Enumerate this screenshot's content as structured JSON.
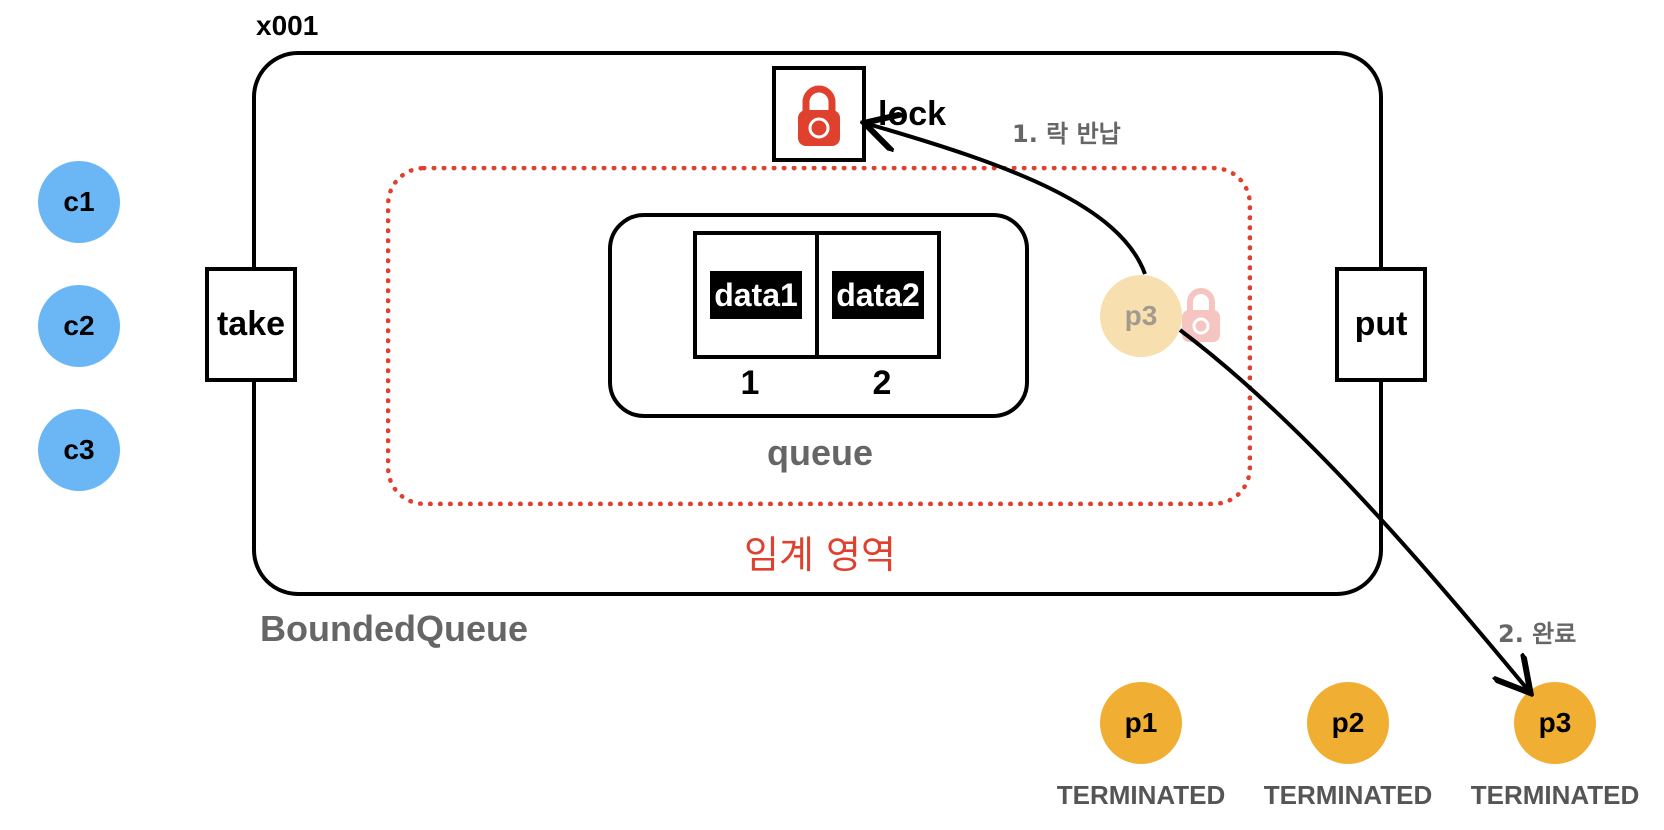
{
  "instance_id": "x001",
  "class_name": "BoundedQueue",
  "critical_section_label": "임계 영역",
  "methods": {
    "take": "take",
    "put": "put"
  },
  "lock": {
    "label": "lock",
    "color": "#e0412f"
  },
  "queue": {
    "label": "queue",
    "slots": [
      {
        "value": "data1",
        "index": "1"
      },
      {
        "value": "data2",
        "index": "2"
      }
    ]
  },
  "consumers": [
    "c1",
    "c2",
    "c3"
  ],
  "producer_in_progress": {
    "label": "p3"
  },
  "producers": [
    {
      "label": "p1",
      "status": "TERMINATED"
    },
    {
      "label": "p2",
      "status": "TERMINATED"
    },
    {
      "label": "p3",
      "status": "TERMINATED"
    }
  ],
  "steps": {
    "step1": "1. 락 반납",
    "step2": "2. 완료"
  },
  "colors": {
    "consumer": "#6bb7f5",
    "producer": "#f0ae33",
    "producer_faded": "#f8dfaf",
    "critical_section": "#e0412f"
  }
}
